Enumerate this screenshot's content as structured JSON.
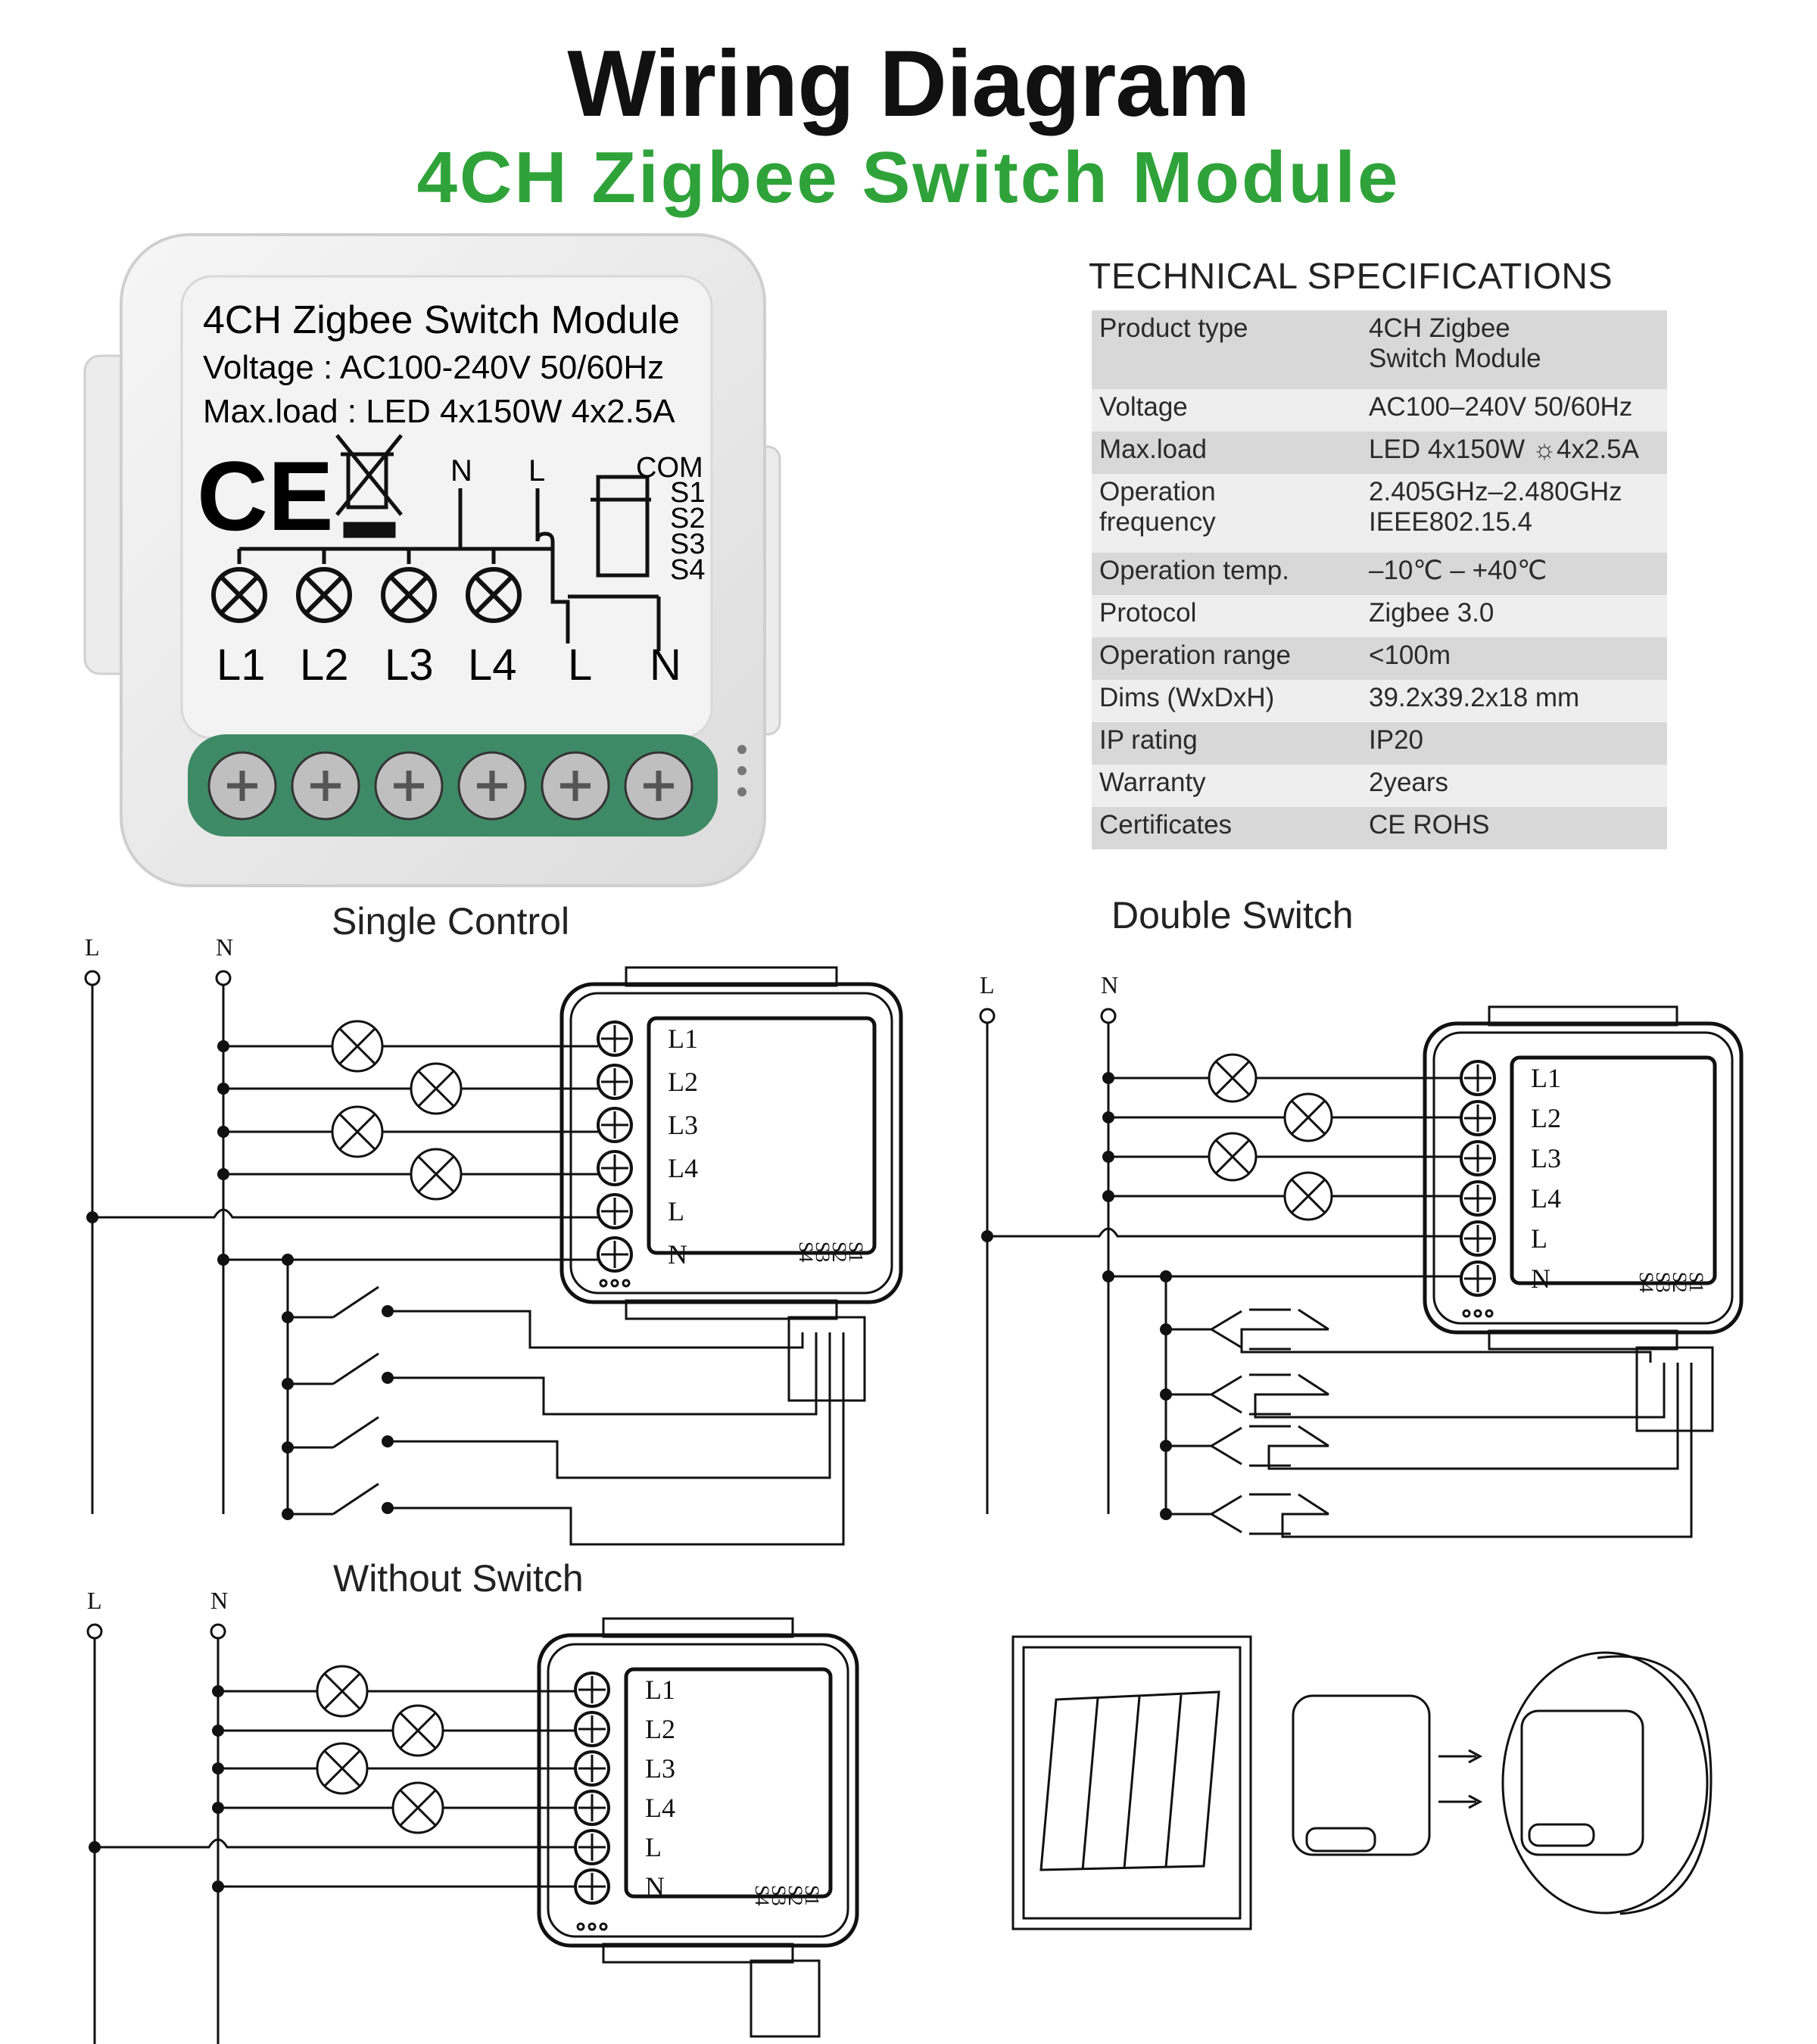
{
  "title": "Wiring Diagram",
  "subtitle": "4CH Zigbee Switch Module",
  "device_label": {
    "line1": "4CH Zigbee Switch Module",
    "line2": "Voltage : AC100-240V 50/60Hz",
    "line3": "Max.load : LED 4x150W  4x2.5A",
    "ce": "CE",
    "terminals_top": [
      "N",
      "L"
    ],
    "com_labels": [
      "COM",
      "S1",
      "S2",
      "S3",
      "S4"
    ],
    "terminals_bottom": [
      "L1",
      "L2",
      "L3",
      "L4",
      "L",
      "N"
    ]
  },
  "specs": {
    "heading": "TECHNICAL SPECIFICATIONS",
    "rows": [
      {
        "key": "Product type",
        "value": "4CH Zigbee",
        "value2": "Switch Module"
      },
      {
        "key": "Voltage",
        "value": "AC100–240V 50/60Hz"
      },
      {
        "key": "Max.load",
        "value": "LED 4x150W",
        "value2": "4x2.5A"
      },
      {
        "key": "Operation",
        "key2": "frequency",
        "value": "2.405GHz–2.480GHz",
        "value2": "IEEE802.15.4"
      },
      {
        "key": "Operation temp.",
        "value": "–10℃  –  +40℃"
      },
      {
        "key": "Protocol",
        "value": "Zigbee  3.0"
      },
      {
        "key": "Operation range",
        "value": "<100m"
      },
      {
        "key": "Dims (WxDxH)",
        "value": "39.2x39.2x18 mm"
      },
      {
        "key": "IP rating",
        "value": "IP20"
      },
      {
        "key": "Warranty",
        "value": "2years"
      },
      {
        "key": "Certificates",
        "value": "CE ROHS"
      }
    ]
  },
  "sections": {
    "single_control": "Single Control",
    "double_switch": "Double Switch",
    "without_switch": "Without Switch"
  },
  "rails": {
    "l": "L",
    "n": "N"
  },
  "module_terminals": [
    "L1",
    "L2",
    "L3",
    "L4",
    "L",
    "N"
  ],
  "switch_terminals": [
    "S1",
    "S2",
    "S3",
    "S4"
  ],
  "colors": {
    "accent_green": "#2fa339",
    "terminal_green": "#3f8a66"
  }
}
